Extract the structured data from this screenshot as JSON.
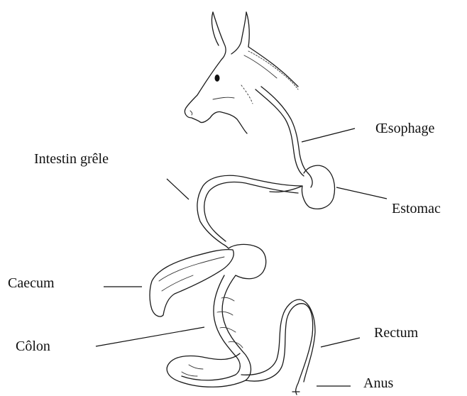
{
  "labels": {
    "oesophage": "Œsophage",
    "intestin_grele": "Intestin grêle",
    "estomac": "Estomac",
    "caecum": "Caecum",
    "colon": "Côlon",
    "rectum": "Rectum",
    "anus": "Anus"
  }
}
